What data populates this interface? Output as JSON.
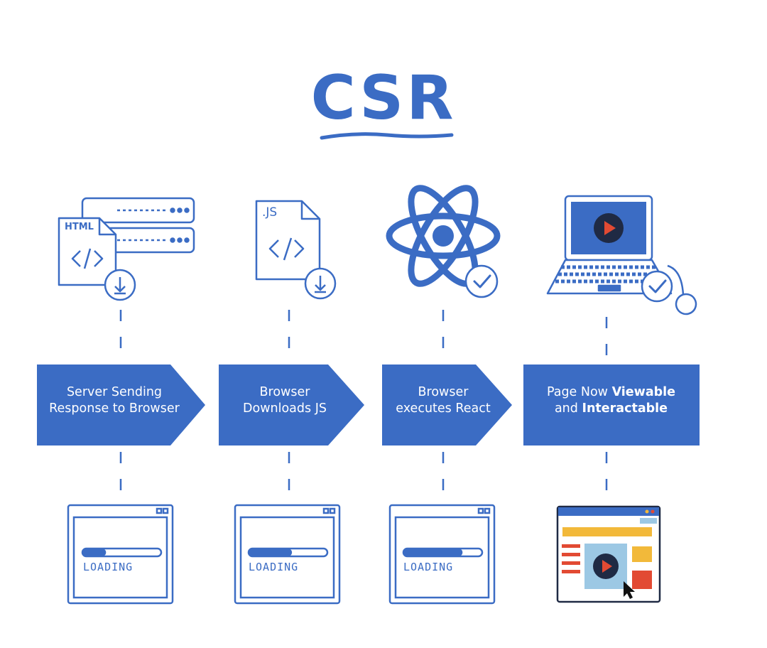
{
  "title": "CSR",
  "colors": {
    "primary": "#3b6cc4",
    "screen_blue": "#3b6cc4",
    "light_blue": "#9cc8e4",
    "yellow": "#f2b93a",
    "red": "#e24a33",
    "play_dark": "#1f2a44"
  },
  "steps": [
    {
      "icon": "server-html-download-icon",
      "file_tag": "HTML",
      "label_lines": [
        [
          {
            "text": "Server Sending",
            "bold": false
          }
        ],
        [
          {
            "text": "Response to Browser",
            "bold": false
          }
        ]
      ],
      "browser_state": "LOADING",
      "progress": 0.3
    },
    {
      "icon": "js-file-download-icon",
      "file_tag": ".JS",
      "label_lines": [
        [
          {
            "text": "Browser",
            "bold": false
          }
        ],
        [
          {
            "text": "Downloads JS",
            "bold": false
          }
        ]
      ],
      "browser_state": "LOADING",
      "progress": 0.55
    },
    {
      "icon": "react-atom-check-icon",
      "label_lines": [
        [
          {
            "text": "Browser",
            "bold": false
          }
        ],
        [
          {
            "text": "executes React",
            "bold": false
          }
        ]
      ],
      "browser_state": "LOADING",
      "progress": 0.75
    },
    {
      "icon": "laptop-check-icon",
      "label_lines": [
        [
          {
            "text": "Page Now ",
            "bold": false
          },
          {
            "text": "Viewable",
            "bold": true
          }
        ],
        [
          {
            "text": "and ",
            "bold": false
          },
          {
            "text": "Interactable",
            "bold": true
          }
        ]
      ],
      "browser_state": "loaded",
      "progress": 1
    }
  ]
}
